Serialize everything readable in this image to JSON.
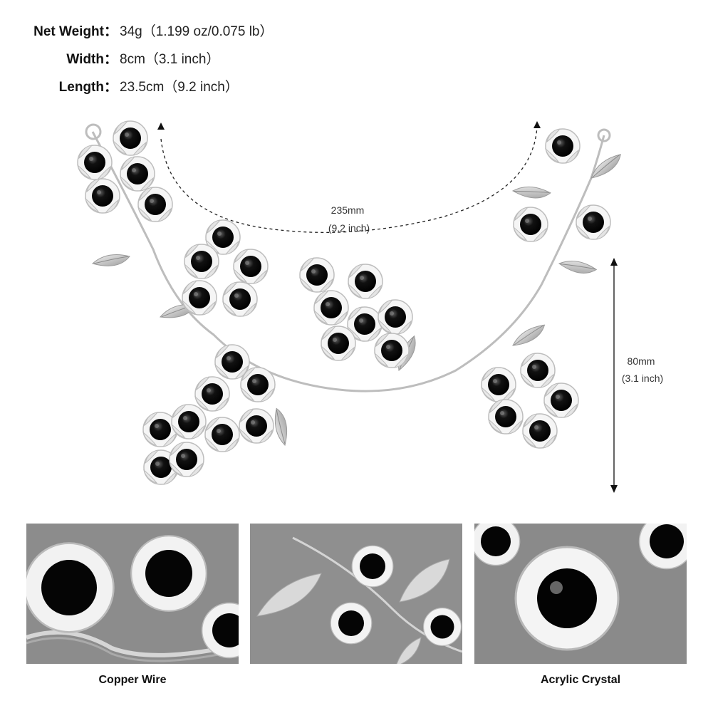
{
  "specs": [
    {
      "label": "Net Weight：",
      "value": "34g（1.199 oz/0.075 lb）"
    },
    {
      "label": "Width：",
      "value": "8cm（3.1 inch）"
    },
    {
      "label": "Length：",
      "value": "23.5cm（9.2 inch）"
    }
  ],
  "dimensions": {
    "length_mm": "235mm",
    "length_in": "(9.2 inch)",
    "width_mm": "80mm",
    "width_in": "(3.1 inch)"
  },
  "details": [
    {
      "caption": "Copper Wire"
    },
    {
      "caption": ""
    },
    {
      "caption": "Acrylic Crystal"
    }
  ],
  "colors": {
    "petal": "#f4f4f4",
    "petal_edge": "#c9c9c9",
    "bead": "#0c0c0c",
    "silver": "#c8c8c8",
    "photo_bg": "#8b8b8b"
  }
}
